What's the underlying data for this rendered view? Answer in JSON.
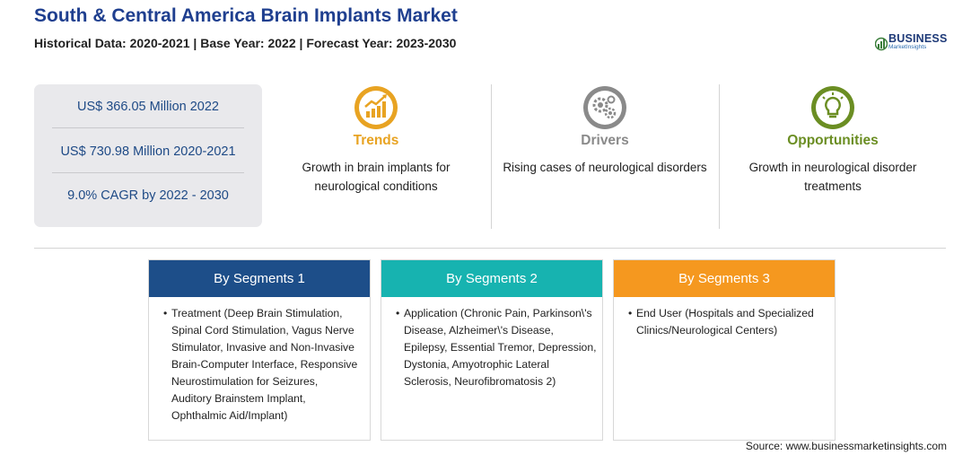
{
  "header": {
    "title": "South & Central America Brain Implants Market",
    "subtitle": "Historical Data: 2020-2021 | Base Year: 2022 | Forecast Year: 2023-2030"
  },
  "logo": {
    "word": "BUSINESS",
    "sub": "MarketInsights"
  },
  "stats": [
    "US$ 366.05 Million 2022",
    "US$ 730.98 Million 2020-2021",
    "9.0% CAGR by 2022 - 2030"
  ],
  "insights": [
    {
      "icon": "trend-chart-icon",
      "heading": "Trends",
      "color": "#e8a322",
      "lines": [
        "Growth in brain implants for",
        "neurological conditions"
      ]
    },
    {
      "icon": "gears-icon",
      "heading": "Drivers",
      "color": "#8a8a8a",
      "lines": [
        "Rising cases of neurological disorders"
      ]
    },
    {
      "icon": "lightbulb-icon",
      "heading": "Opportunities",
      "color": "#6b8e23",
      "lines": [
        "Growth in neurological disorder",
        "treatments"
      ]
    }
  ],
  "segments": [
    {
      "title": "By Segments 1",
      "color": "#1d4e89",
      "lines": [
        "Treatment (Deep Brain Stimulation,",
        "Spinal Cord Stimulation, Vagus Nerve",
        "Stimulator, Invasive and Non-Invasive",
        "Brain-Computer Interface, Responsive",
        "Neurostimulation for Seizures,",
        "Auditory Brainstem Implant,",
        "Ophthalmic Aid/Implant)"
      ]
    },
    {
      "title": "By Segments 2",
      "color": "#17b3b0",
      "lines": [
        "Application (Chronic Pain, Parkinson\\'s",
        "Disease, Alzheimer\\'s Disease,",
        "Epilepsy, Essential Tremor, Depression,",
        "Dystonia, Amyotrophic Lateral",
        "Sclerosis, Neurofibromatosis 2)"
      ]
    },
    {
      "title": "By Segments 3",
      "color": "#f5981f",
      "lines": [
        "End User (Hospitals and Specialized",
        "Clinics/Neurological Centers)"
      ]
    }
  ],
  "bullet": "•",
  "source": "Source: www.businessmarketinsights.com"
}
